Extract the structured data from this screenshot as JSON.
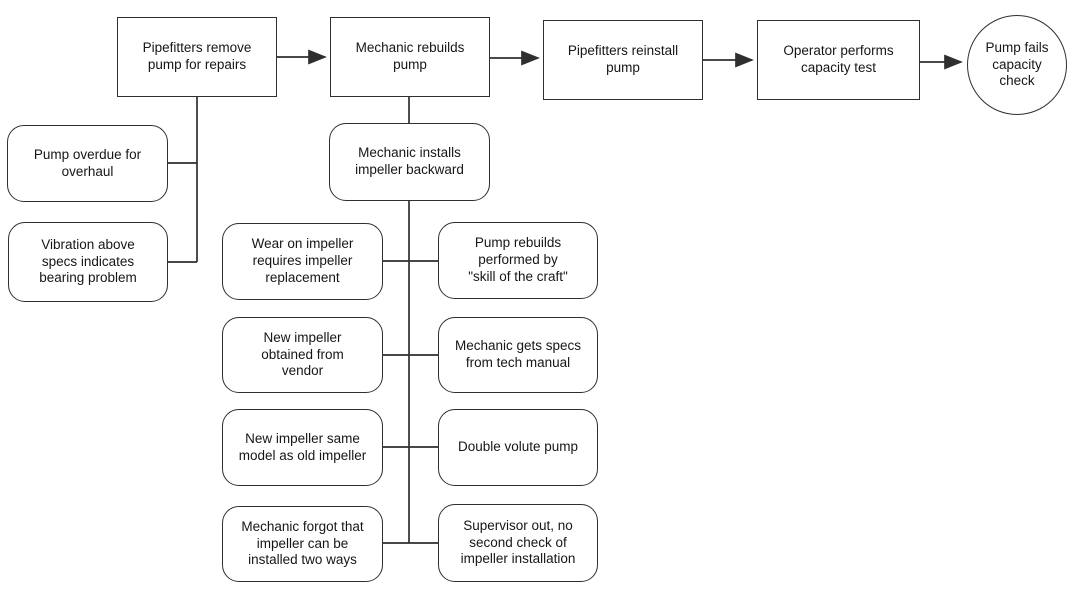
{
  "diagram": {
    "type": "event-causal-factor-chart",
    "event_chain": [
      {
        "label": "Pipefitters remove\npump for repairs",
        "shape": "rect"
      },
      {
        "label": "Mechanic rebuilds\npump",
        "shape": "rect"
      },
      {
        "label": "Pipefitters reinstall\npump",
        "shape": "rect"
      },
      {
        "label": "Operator performs\ncapacity test",
        "shape": "rect"
      },
      {
        "label": "Pump fails\ncapacity\ncheck",
        "shape": "circle"
      }
    ],
    "step1_causes": [
      {
        "label": "Pump overdue for\noverhaul"
      },
      {
        "label": "Vibration above\nspecs indicates\nbearing problem"
      }
    ],
    "step2_primary_cause": {
      "label": "Mechanic installs\nimpeller backward"
    },
    "step2_causes_left": [
      {
        "label": "Wear on impeller\nrequires impeller\nreplacement"
      },
      {
        "label": "New impeller\nobtained from\nvendor"
      },
      {
        "label": "New impeller same\nmodel as old impeller"
      },
      {
        "label": "Mechanic forgot that\nimpeller can be\ninstalled two ways"
      }
    ],
    "step2_causes_right": [
      {
        "label": "Pump rebuilds\nperformed by\n\"skill of the craft\""
      },
      {
        "label": "Mechanic gets specs\nfrom tech manual"
      },
      {
        "label": "Double volute pump"
      },
      {
        "label": "Supervisor out, no\nsecond check of\nimpeller installation"
      }
    ],
    "colors": {
      "line": "#2f2f2f",
      "text": "#161616",
      "background": "#ffffff"
    }
  }
}
